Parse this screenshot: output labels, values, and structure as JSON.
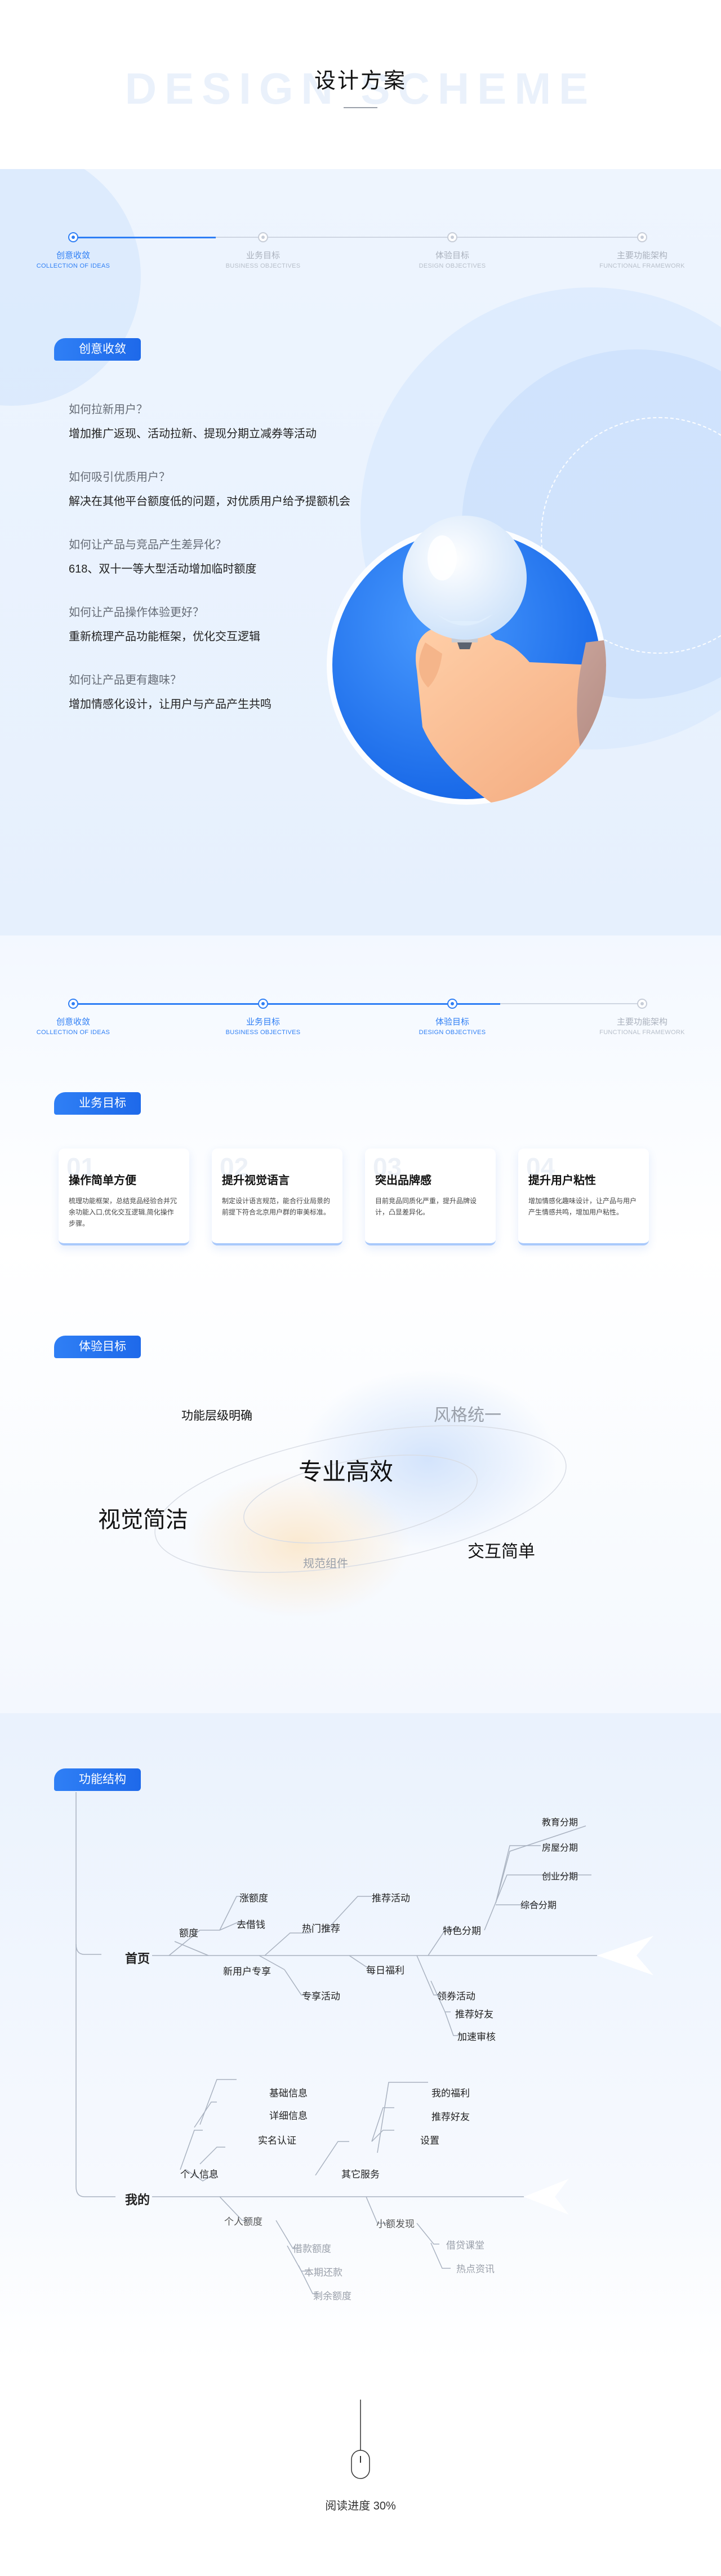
{
  "header": {
    "ghost_text": "DESIGN SCHEME",
    "title": "设计方案"
  },
  "stepper": {
    "steps": [
      {
        "zh": "创意收敛",
        "en": "COLLECTION OF IDEAS"
      },
      {
        "zh": "业务目标",
        "en": "BUSINESS OBJECTIVES"
      },
      {
        "zh": "体验目标",
        "en": "DESIGN OBJECTIVES"
      },
      {
        "zh": "主要功能架构",
        "en": "FUNCTIONAL FRAMEWORK"
      }
    ],
    "first_progress": 0.25,
    "second_progress": 0.75
  },
  "ideas": {
    "tag": "创意收敛",
    "items": [
      {
        "q": "如何拉新用户？",
        "a": "增加推广返现、活动拉新、提现分期立减券等活动"
      },
      {
        "q": "如何吸引优质用户？",
        "a": "解决在其他平台额度低的问题，对优质用户给予提额机会"
      },
      {
        "q": "如何让产品与竞品产生差异化？",
        "a": "618、双十一等大型活动增加临时额度"
      },
      {
        "q": "如何让产品操作体验更好？",
        "a": "重新梳理产品功能框架，优化交互逻辑"
      },
      {
        "q": "如何让产品更有趣味？",
        "a": "增加情感化设计，让用户与产品产生共鸣"
      }
    ]
  },
  "business": {
    "tag": "业务目标",
    "cards": [
      {
        "num": "01",
        "title": "操作简单方便",
        "desc": "梳理功能框架，总结竞品经验合并冗余功能入口,优化交互逻辑,简化操作步骤。"
      },
      {
        "num": "02",
        "title": "提升视觉语言",
        "desc": "制定设计语言规范，能合行业局景的前提下符合北京用户群的审美标准。"
      },
      {
        "num": "03",
        "title": "突出品牌感",
        "desc": "目前竞品同质化严重，提升品牌设计，凸显差异化。"
      },
      {
        "num": "04",
        "title": "提升用户粘性",
        "desc": "增加情感化趣味设计，让产品与用户产生情感共鸣，增加用户粘性。"
      }
    ]
  },
  "experience": {
    "tag": "体验目标",
    "words": {
      "w1": "功能层级明确",
      "w2": "风格统一",
      "w3": "专业高效",
      "w4": "视觉简洁",
      "w5": "规范组件",
      "w6": "交互简单"
    }
  },
  "structure": {
    "tag": "功能结构",
    "home": {
      "root": "首页",
      "n_edu": "额度",
      "n_up": "涨额度",
      "n_cash": "去借钱",
      "n_hot": "热门推荐",
      "n_act": "推荐活动",
      "n_zone": "特色分期",
      "n_z1": "教育分期",
      "n_z2": "房屋分期",
      "n_z3": "创业分期",
      "n_z4": "综合分期",
      "n_new": "新用户专享",
      "n_excl": "专享活动",
      "n_daily": "每日福利",
      "n_coupon": "领券活动",
      "n_friend": "推荐好友",
      "n_speed": "加速审核"
    },
    "mine": {
      "root": "我的",
      "n_info": "个人信息",
      "n_base": "基础信息",
      "n_detail": "详细信息",
      "n_real": "实名认证",
      "n_other": "其它服务",
      "n_wel": "我的福利",
      "n_rec": "推荐好友",
      "n_set": "设置",
      "n_quota": "个人额度",
      "n_q1": "借款额度",
      "n_q2": "本期还款",
      "n_q3": "剩余额度",
      "n_mini": "小额发现",
      "n_class": "借贷课堂",
      "n_news": "热点资讯"
    }
  },
  "footer": {
    "progress_label": "阅读进度 30%",
    "progress": 0.3
  },
  "colors": {
    "accent": "#2f7ff5",
    "bg_light": "#eef5fe"
  }
}
